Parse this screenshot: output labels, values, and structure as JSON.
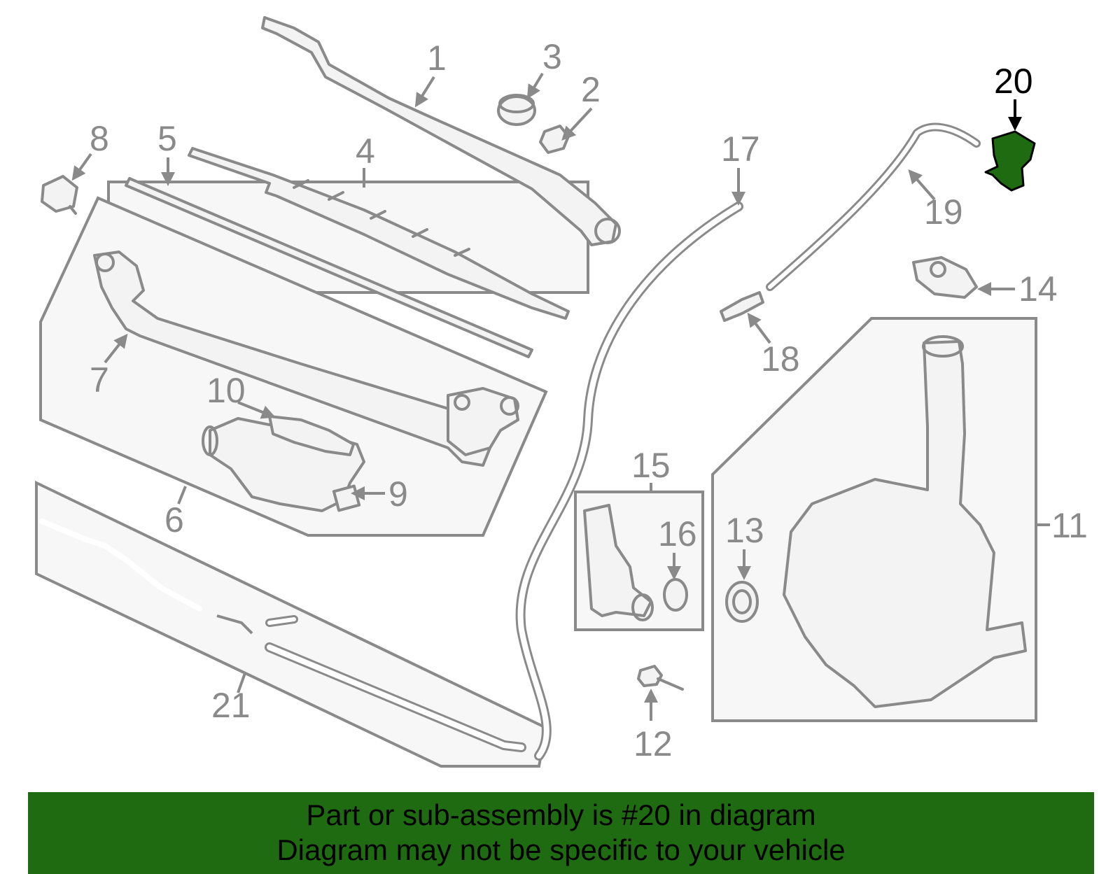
{
  "diagram": {
    "callouts": [
      "1",
      "2",
      "3",
      "4",
      "5",
      "6",
      "7",
      "8",
      "9",
      "10",
      "11",
      "12",
      "13",
      "14",
      "15",
      "16",
      "17",
      "18",
      "19",
      "20",
      "21"
    ],
    "highlighted_part": "20",
    "highlight_color": "#1f6b12"
  },
  "banner": {
    "line1": "Part or sub-assembly is #20 in diagram",
    "line2": "Diagram may not be specific to your vehicle",
    "background": "#1f6b12"
  }
}
